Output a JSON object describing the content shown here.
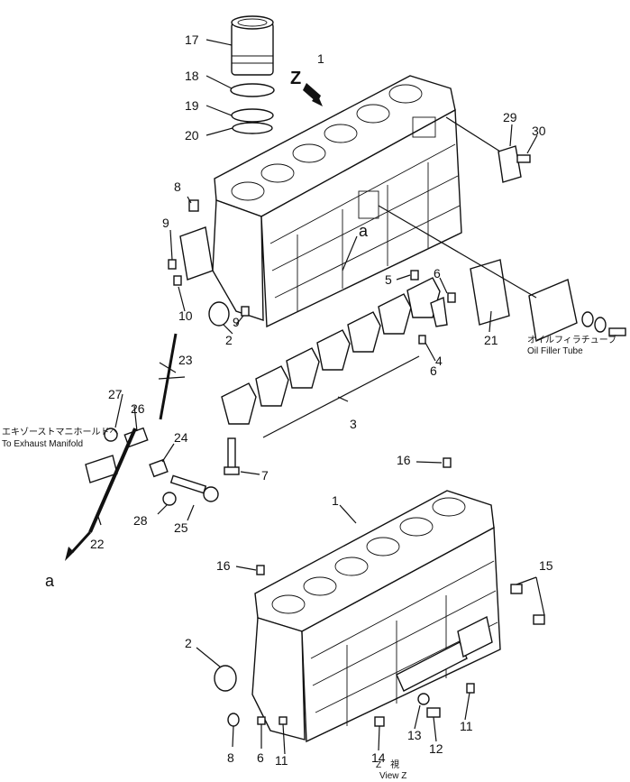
{
  "labels": {
    "p1_top": "1",
    "p1_bottom": "1",
    "p2_top": "2",
    "p2_bottom": "2",
    "p3": "3",
    "p4": "4",
    "p5": "5",
    "p6_a": "6",
    "p6_b": "6",
    "p6_c": "6",
    "p7": "7",
    "p8_top": "8",
    "p8_bottom": "8",
    "p9_a": "9",
    "p9_b": "9",
    "p10": "10",
    "p11_a": "11",
    "p11_b": "11",
    "p12": "12",
    "p13": "13",
    "p14": "14",
    "p15": "15",
    "p16_a": "16",
    "p16_b": "16",
    "p17": "17",
    "p18": "18",
    "p19": "19",
    "p20": "20",
    "p21": "21",
    "p22": "22",
    "p23": "23",
    "p24": "24",
    "p25": "25",
    "p26": "26",
    "p27": "27",
    "p28": "28",
    "p29": "29",
    "p30": "30"
  },
  "callouts": {
    "view_arrow": "Z",
    "ref_a_top": "a",
    "ref_a_bottom": "a",
    "oil_filler_jp": "オイルフィラチューブ",
    "oil_filler_en": "Oil Filler Tube",
    "exhaust_jp": "エキゾーストマニホールドへ",
    "exhaust_en": "To Exhaust Manifold",
    "view_z_jp": "Z　視",
    "view_z_en": "View Z"
  },
  "colors": {
    "ink": "#111111",
    "paper": "#ffffff"
  }
}
